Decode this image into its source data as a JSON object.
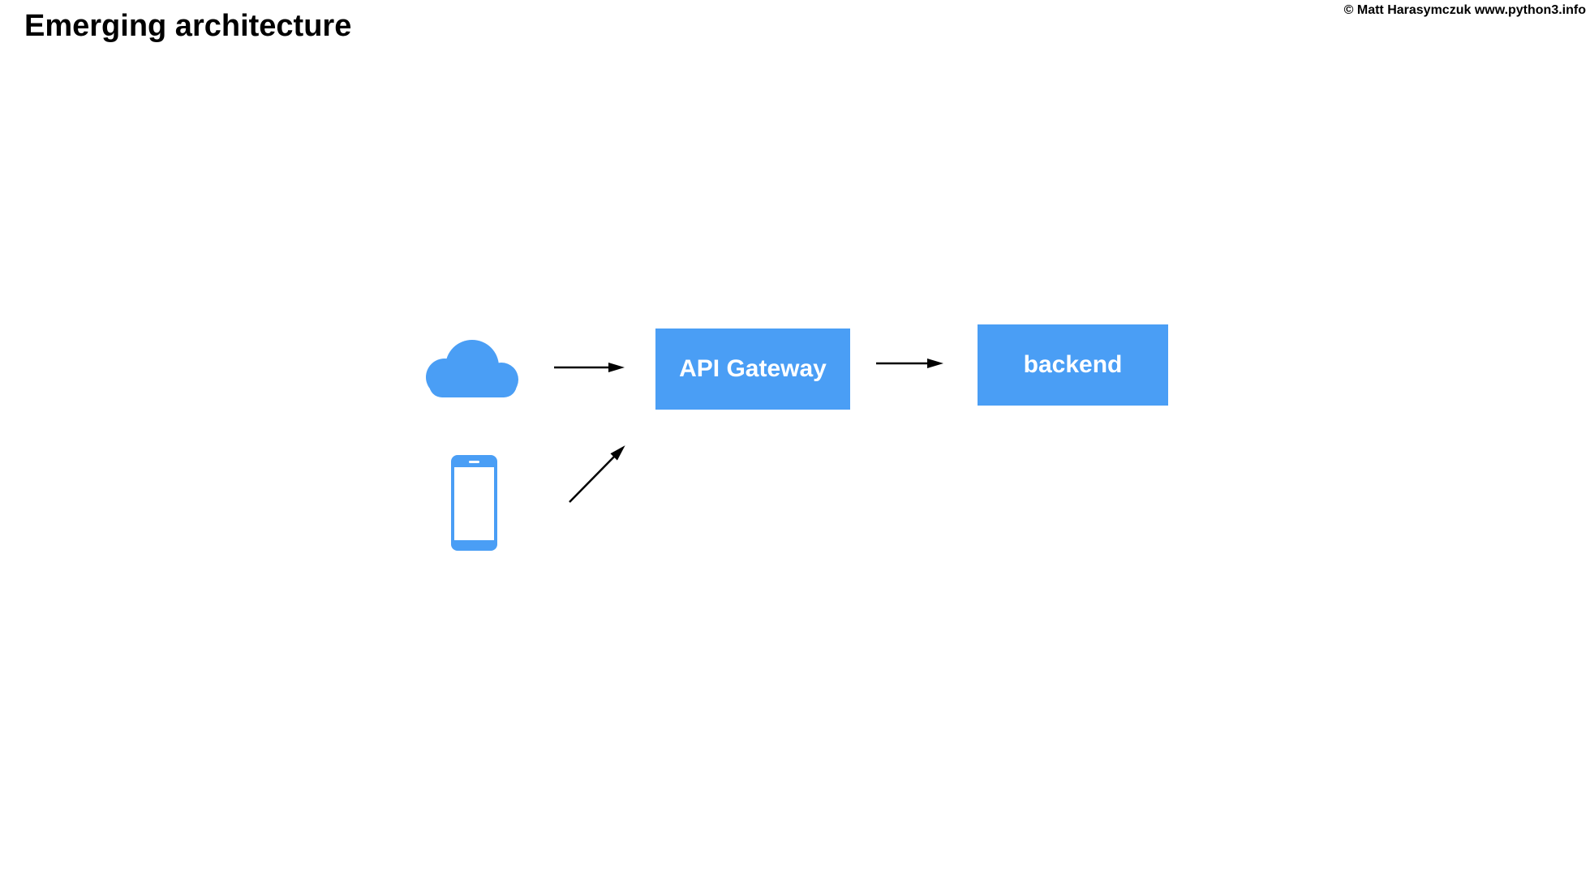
{
  "page": {
    "title": "Emerging architecture",
    "copyright": "© Matt Harasymczuk www.python3.info",
    "background_color": "#ffffff"
  },
  "colors": {
    "accent_blue": "#4a9ef5",
    "arrow_black": "#000000",
    "box_text_white": "#ffffff"
  },
  "diagram": {
    "nodes": [
      {
        "id": "cloud",
        "kind": "icon",
        "icon": "cloud-icon"
      },
      {
        "id": "mobile",
        "kind": "icon",
        "icon": "mobile-phone-icon"
      },
      {
        "id": "api_gateway",
        "kind": "box",
        "label": "API Gateway"
      },
      {
        "id": "backend",
        "kind": "box",
        "label": "backend"
      }
    ],
    "edges": [
      {
        "from": "cloud",
        "to": "api_gateway",
        "style": "arrow"
      },
      {
        "from": "mobile",
        "to": "api_gateway",
        "style": "arrow"
      },
      {
        "from": "api_gateway",
        "to": "backend",
        "style": "arrow"
      }
    ]
  }
}
